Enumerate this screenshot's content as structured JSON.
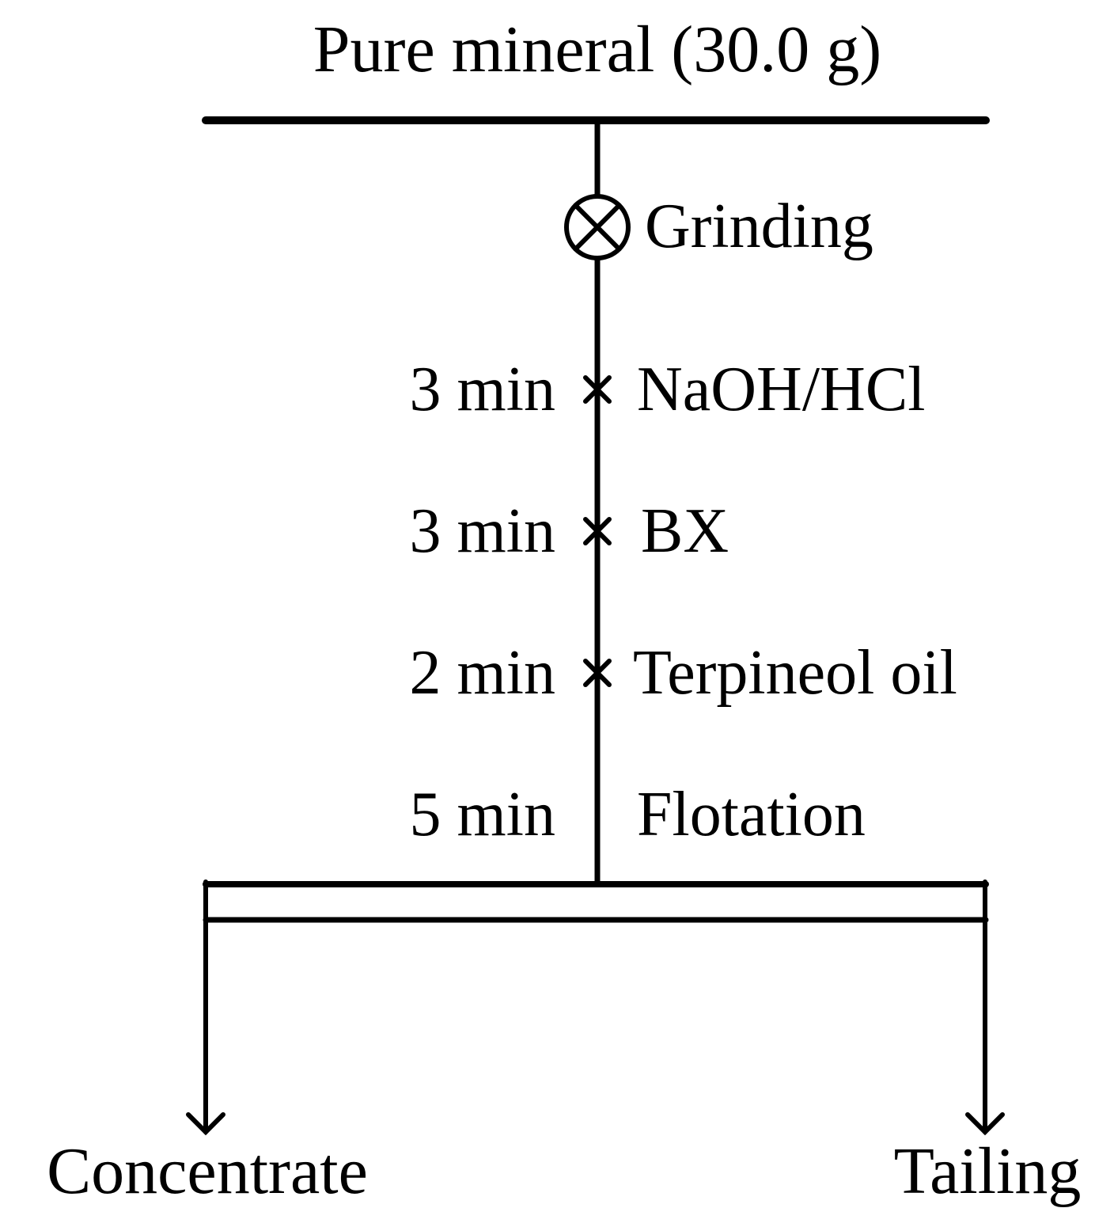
{
  "title": "Pure mineral (30.0 g)",
  "grinding": {
    "label": "Grinding",
    "icon": "grinding-cross-circle-icon"
  },
  "steps": [
    {
      "time": "3 min",
      "label": "NaOH/HCl",
      "marker": "addition-cross-icon"
    },
    {
      "time": "3 min",
      "label": "BX",
      "marker": "addition-cross-icon"
    },
    {
      "time": "2 min",
      "label": "Terpineol oil",
      "marker": "addition-cross-icon"
    },
    {
      "time": "5 min",
      "label": "Flotation",
      "marker": "none"
    }
  ],
  "outputs": {
    "concentrate": "Concentrate",
    "tailing": "Tailing"
  }
}
